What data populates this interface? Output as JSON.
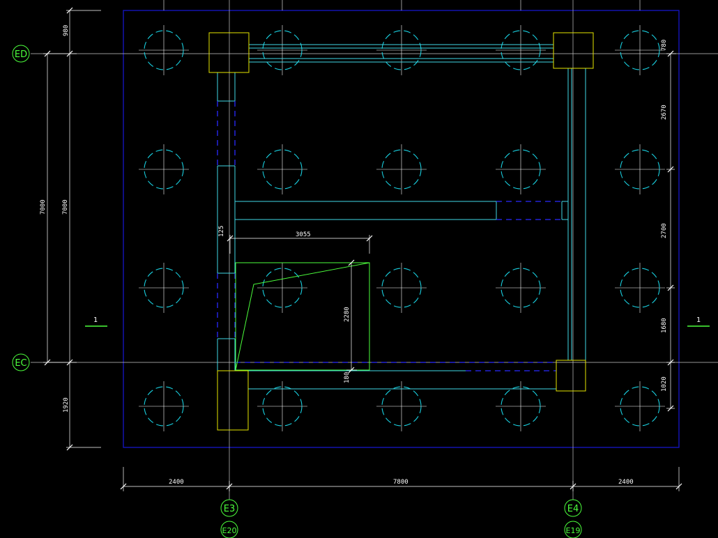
{
  "colors": {
    "background": "#000000",
    "boundary": "#1515c8",
    "pile": "#19d0e0",
    "beam": "#3fd8e6",
    "column": "#e6e600",
    "axis": "#4cff3c",
    "dimension": "#ffffff",
    "hidden": "#2a2aff"
  },
  "axes": {
    "row_top": "ED",
    "row_bottom": "EC",
    "col_left_1": "E3",
    "col_left_2": "E20",
    "col_right_1": "E4",
    "col_right_2": "E19"
  },
  "dimensions": {
    "top_left_offset": "980",
    "left_outer_span": "7000",
    "left_inner_span": "7000",
    "bottom_left_offset": "1920",
    "bottom_left": "2400",
    "bottom_middle": "7800",
    "bottom_right": "2400",
    "right_top": "780",
    "right_seg_1": "2670",
    "right_seg_2": "2700",
    "right_seg_3": "1680",
    "right_seg_4": "1020",
    "opening_width": "3055",
    "opening_height": "2280",
    "offset_125": "125",
    "offset_180": "180"
  },
  "section_marks": {
    "left": "1",
    "right": "1"
  }
}
